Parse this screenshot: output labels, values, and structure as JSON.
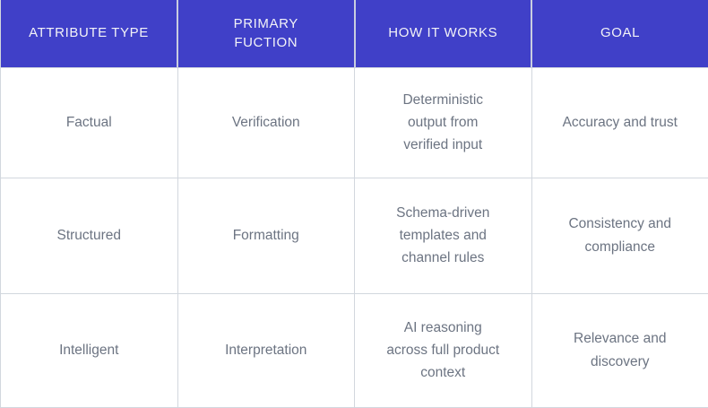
{
  "table": {
    "accent_color": "#4040c8",
    "header_text_color": "#f2f2f7",
    "body_text_color": "#6c7482",
    "grid_line_color": "#d2d7de",
    "background_color": "#ffffff",
    "columns": [
      {
        "label": "ATTRIBUTE TYPE"
      },
      {
        "label": "PRIMARY\nFUCTION"
      },
      {
        "label": "HOW IT WORKS"
      },
      {
        "label": "GOAL"
      }
    ],
    "rows": [
      {
        "attribute_type": "Factual",
        "primary_function": "Verification",
        "how_it_works": "Deterministic\noutput from\nverified input",
        "goal": "Accuracy and trust"
      },
      {
        "attribute_type": "Structured",
        "primary_function": "Formatting",
        "how_it_works": "Schema-driven\ntemplates and\nchannel rules",
        "goal": "Consistency and\ncompliance"
      },
      {
        "attribute_type": "Intelligent",
        "primary_function": "Interpretation",
        "how_it_works": "AI reasoning\nacross full product\ncontext",
        "goal": "Relevance and\ndiscovery"
      }
    ]
  }
}
